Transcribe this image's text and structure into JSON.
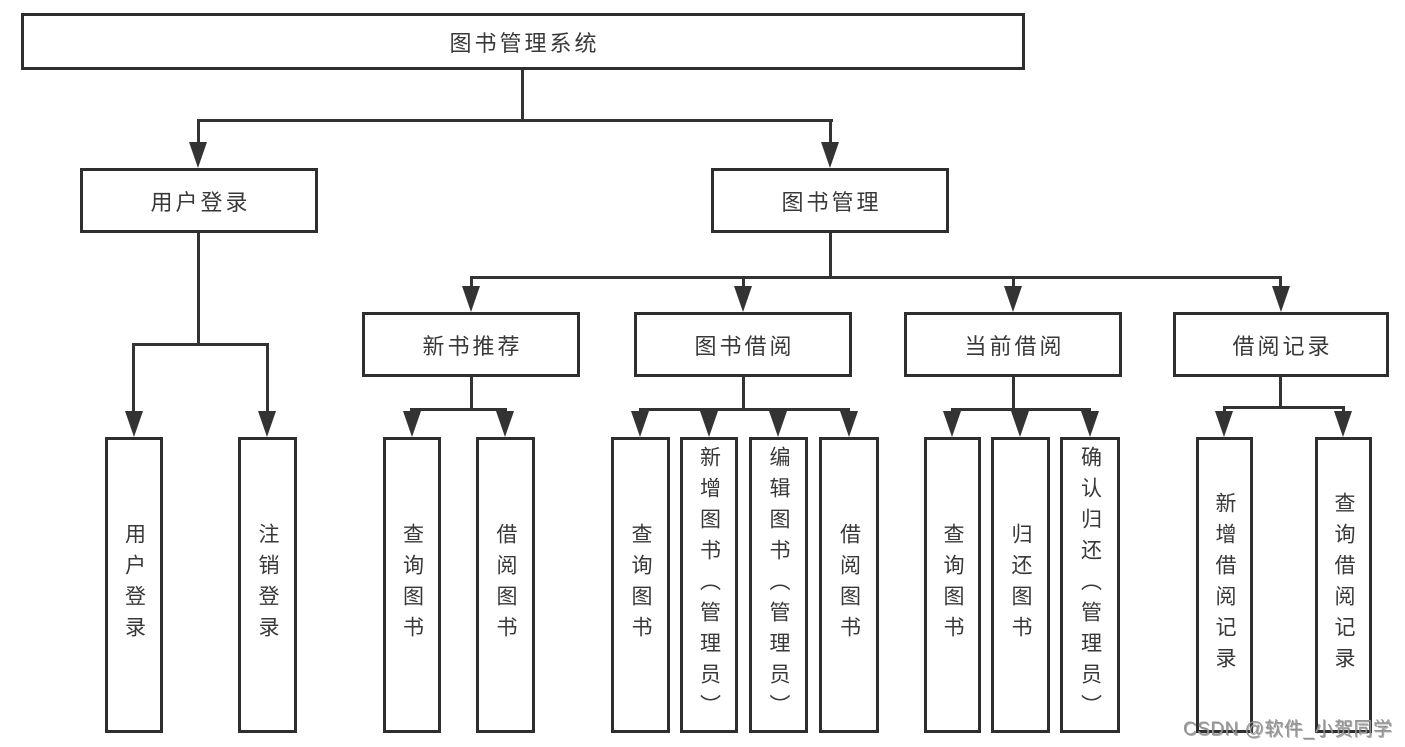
{
  "diagram_title": "图书管理系统",
  "nodes": {
    "root": "图书管理系统",
    "user_login": "用户登录",
    "book_mgmt": "图书管理",
    "new_book_rec": "新书推荐",
    "book_borrow": "图书借阅",
    "current_borrow": "当前借阅",
    "borrow_record": "借阅记录",
    "leaf_user_login": "用户登录",
    "leaf_logout": "注销登录",
    "rec_query_book": "查询图书",
    "rec_borrow_book": "借阅图书",
    "bor_query_book": "查询图书",
    "bor_add_book": "新增图书（管理员）",
    "bor_edit_book": "编辑图书（管理员）",
    "bor_borrow_book": "借阅图书",
    "cur_query_book": "查询图书",
    "cur_return_book": "归还图书",
    "cur_confirm_return": "确认归还（管理员）",
    "rec_add_record": "新增借阅记录",
    "rec_query_record": "查询借阅记录"
  },
  "watermark": "CSDN @软件_小贺同学",
  "colors": {
    "line": "#333333",
    "box_border": "#2e2e2e",
    "text": "#383838",
    "watermark_text": "#949494",
    "background": "#ffffff"
  }
}
